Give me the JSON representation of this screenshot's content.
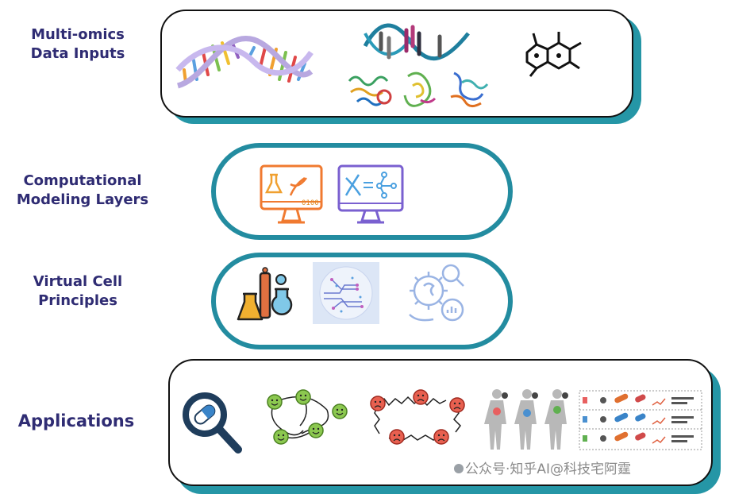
{
  "layers": [
    {
      "id": "inputs",
      "label_lines": [
        "Multi-omics",
        "Data Inputs"
      ]
    },
    {
      "id": "modeling",
      "label_lines": [
        "Computational",
        "Modeling Layers"
      ]
    },
    {
      "id": "principles",
      "label_lines": [
        "Virtual Cell",
        "Principles"
      ]
    },
    {
      "id": "applications",
      "label_lines": [
        "Applications"
      ]
    }
  ],
  "colors": {
    "label": "#2f2c73",
    "panel_shadow": "#2596a6",
    "pill_border": "#238ca0"
  },
  "watermark": "公众号·知乎AI@科技宅阿霆"
}
